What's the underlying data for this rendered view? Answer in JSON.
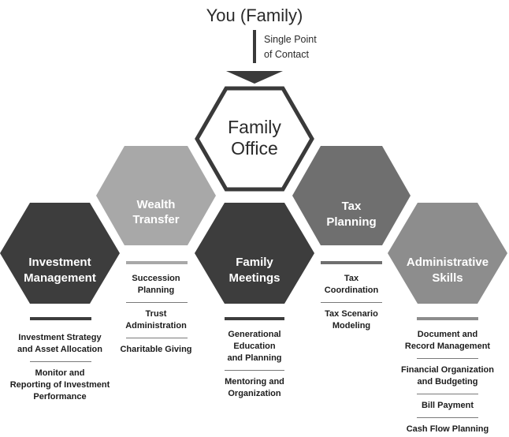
{
  "top": {
    "title": "You (Family)",
    "contact_line1": "Single Point",
    "contact_line2": "of Contact"
  },
  "colors": {
    "office_fill": "#ffffff",
    "office_stroke": "#3a3a3a",
    "dark": "#3d3d3d",
    "medium": "#6f6f6f",
    "light": "#a8a8a8",
    "lighter": "#8d8d8d",
    "text_dark": "#1c1c1c",
    "text_light": "#ffffff"
  },
  "hexes": {
    "office": {
      "line1": "Family",
      "line2": "Office"
    },
    "wealth": {
      "line1": "Wealth",
      "line2": "Transfer"
    },
    "tax": {
      "line1": "Tax",
      "line2": "Planning"
    },
    "investment": {
      "line1": "Investment",
      "line2": "Management"
    },
    "meetings": {
      "line1": "Family",
      "line2": "Meetings"
    },
    "admin": {
      "line1": "Administrative",
      "line2": "Skills"
    }
  },
  "lists": {
    "investment": [
      [
        "Investment Strategy",
        "and Asset Allocation"
      ],
      [
        "Monitor and",
        "Reporting of Investment",
        "Performance"
      ]
    ],
    "wealth": [
      [
        "Succession",
        "Planning"
      ],
      [
        "Trust",
        "Administration"
      ],
      [
        "Charitable Giving"
      ]
    ],
    "meetings": [
      [
        "Generational",
        "Education",
        "and Planning"
      ],
      [
        "Mentoring and",
        "Organization"
      ]
    ],
    "tax": [
      [
        "Tax",
        "Coordination"
      ],
      [
        "Tax Scenario",
        "Modeling"
      ]
    ],
    "admin": [
      [
        "Document and",
        "Record Management"
      ],
      [
        "Financial Organization",
        "and Budgeting"
      ],
      [
        "Bill Payment"
      ],
      [
        "Cash Flow Planning"
      ]
    ]
  }
}
